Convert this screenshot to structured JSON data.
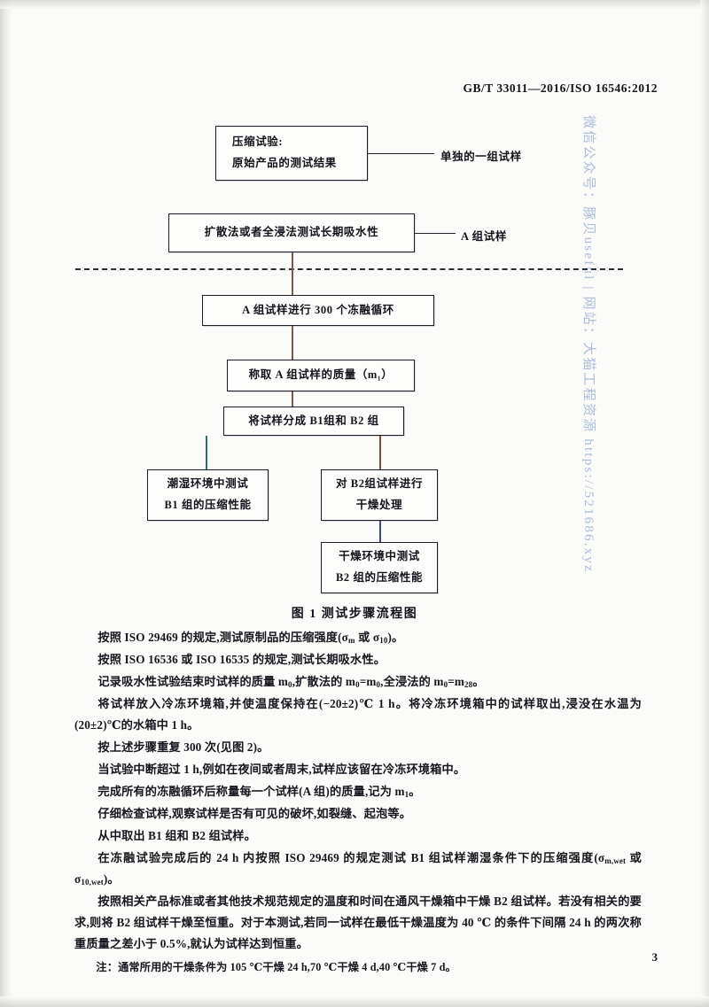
{
  "header": {
    "standard_code": "GB/T 33011—2016/ISO 16546:2012"
  },
  "watermark": {
    "text": "微信公众号：豚贝useful | 网站：大猫工程资源 https://521686.xyz"
  },
  "figure": {
    "caption": "图 1   测试步骤流程图",
    "boxes": [
      {
        "id": "compression-test",
        "line1": "压缩试验:",
        "line2": "原始产品的测试结果"
      },
      {
        "id": "long-term-water-absorption",
        "line1": "扩散法或者全浸法测试长期吸水性"
      },
      {
        "id": "freeze-thaw-cycles",
        "line1": "A 组试样进行 300 个冻融循环"
      },
      {
        "id": "weigh-group-a",
        "line1": "称取 A 组试样的质量（m₁）"
      },
      {
        "id": "split-groups",
        "line1": "将试样分成 B1组和 B2 组"
      },
      {
        "id": "wet-compression-b1",
        "line1": "潮湿环境中测试",
        "line2": "B1 组的压缩性能"
      },
      {
        "id": "dry-treatment-b2",
        "line1": "对 B2组试样进行",
        "line2": "干燥处理"
      },
      {
        "id": "dry-compression-b2",
        "line1": "干燥环境中测试",
        "line2": "B2 组的压缩性能"
      }
    ],
    "annotations": [
      {
        "id": "single-group",
        "label": "单独的一组试样"
      },
      {
        "id": "group-a",
        "label": "A 组试样"
      }
    ]
  },
  "body": {
    "p1": "按照 ISO 29469 的规定,测试原制品的压缩强度(σ",
    "p1_sub1": "m",
    "p1_mid": " 或 σ",
    "p1_sub2": "10",
    "p1_end": ")。",
    "p2": "按照 ISO 16536 或 ISO 16535 的规定,测试长期吸水性。",
    "p3_a": "记录吸水性试验结束时试样的质量 m",
    "p3_sub1": "0",
    "p3_b": ",扩散法的 m",
    "p3_sub2": "0",
    "p3_c": "=m",
    "p3_sub3": "0",
    "p3_d": ",全浸法的 m",
    "p3_sub4": "0",
    "p3_e": "=m",
    "p3_sub5": "28",
    "p3_f": "。",
    "p4": "将试样放入冷冻环境箱,并使温度保持在(−20±2)℃ 1 h。将冷冻环境箱中的试样取出,浸没在水温为(20±2)℃的水箱中 1 h。",
    "p5": "按上述步骤重复 300 次(见图 2)。",
    "p6": "当试验中断超过 1 h,例如在夜间或者周末,试样应该留在冷冻环境箱中。",
    "p7_a": "完成所有的冻融循环后称量每一个试样(A 组)的质量,记为 m",
    "p7_sub": "1",
    "p7_b": "。",
    "p8": "仔细检查试样,观察试样是否有可见的破坏,如裂缝、起泡等。",
    "p9": "从中取出 B1 组和 B2 组试样。",
    "p10_a": "在冻融试验完成后的 24 h 内按照 ISO 29469 的规定测试 B1 组试样潮湿条件下的压缩强度(σ",
    "p10_sub1": "m,wet",
    "p10_b": " 或 σ",
    "p10_sub2": "10,wet",
    "p10_c": ")。",
    "p11": "按照相关产品标准或者其他技术规范规定的温度和时间在通风干燥箱中干燥 B2 组试样。若没有相关的要求,则将 B2 组试样干燥至恒重。对于本测试,若同一试样在最低干燥温度为 40 ℃ 的条件下间隔 24 h 的两次称重质量之差小于 0.5%,就认为试样达到恒重。",
    "note": "注：通常所用的干燥条件为 105 ℃干燥 24 h,70 ℃干燥 4 d,40 ℃干燥 7 d。"
  },
  "footer": {
    "page_number": "3"
  }
}
